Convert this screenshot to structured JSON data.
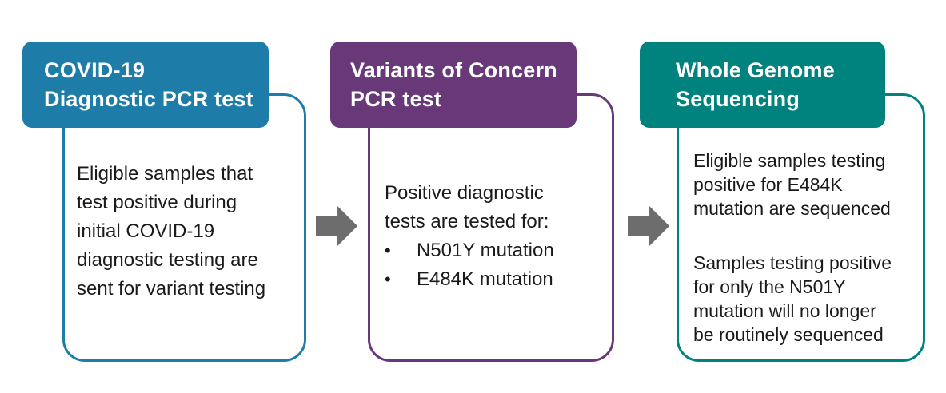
{
  "diagram": {
    "background": "#FFFFFF",
    "text_color": "#1A1A1A",
    "arrow": {
      "color": "#6D6D6D",
      "glyph": "right-block-arrow"
    },
    "columns": [
      {
        "accent": "#1E7CA8",
        "header": "COVID-19\nDiagnostic PCR test",
        "body": "Eligible samples that\ntest positive during\ninitial COVID-19\ndiagnostic testing are\nsent for variant testing"
      },
      {
        "accent": "#693879",
        "header": "Variants of Concern\nPCR test",
        "intro": "Positive diagnostic\ntests are tested for:",
        "bullet_glyph": "•",
        "bullets": [
          "N501Y mutation",
          "E484K mutation"
        ]
      },
      {
        "accent": "#00827E",
        "header": "Whole Genome\nSequencing",
        "paragraphs": [
          "Eligible samples testing\npositive for E484K\nmutation are sequenced",
          "Samples testing positive\nfor only the N501Y\nmutation will no longer\nbe routinely sequenced"
        ]
      }
    ]
  }
}
